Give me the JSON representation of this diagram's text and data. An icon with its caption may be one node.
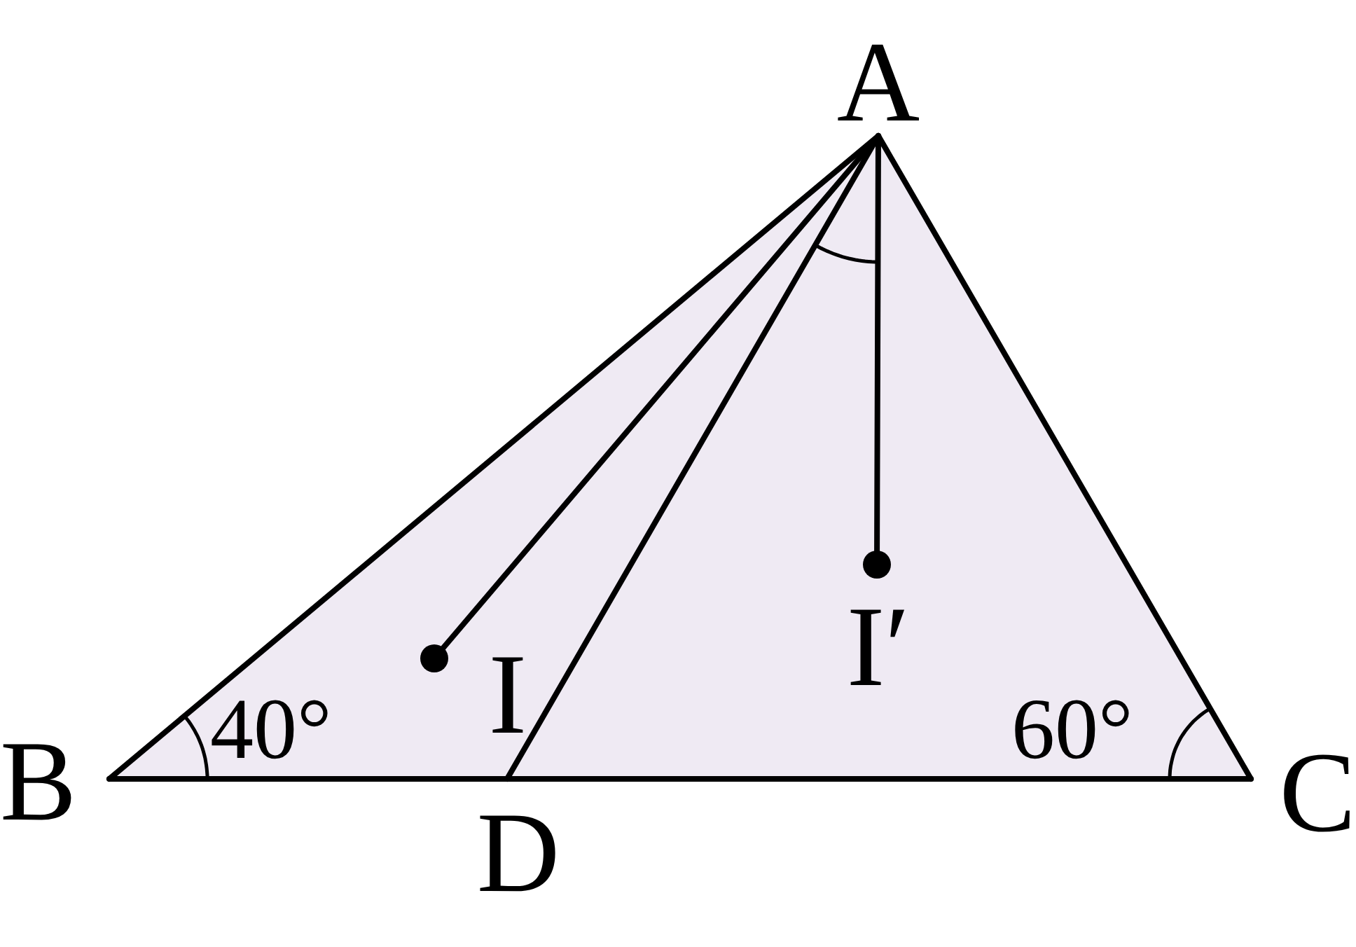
{
  "diagram": {
    "nodes": [
      {
        "text": [
          "A"
        ]
      },
      {
        "text": [
          "B"
        ]
      },
      {
        "text": [
          "C"
        ]
      },
      {
        "text": [
          "D"
        ]
      },
      {
        "text": [
          "I"
        ]
      },
      {
        "text": [
          "I′"
        ]
      }
    ],
    "edges": [
      {
        "from": 0,
        "to": 1,
        "arrow": "none"
      },
      {
        "from": 0,
        "to": 2,
        "arrow": "none"
      },
      {
        "from": 1,
        "to": 3,
        "arrow": "none"
      },
      {
        "from": 3,
        "to": 2,
        "arrow": "none"
      },
      {
        "from": 0,
        "to": 3,
        "arrow": "none"
      },
      {
        "from": 0,
        "to": 4,
        "arrow": "other"
      },
      {
        "from": 0,
        "to": 5,
        "arrow": "other"
      }
    ],
    "labels": [
      "40°",
      "60°"
    ]
  }
}
